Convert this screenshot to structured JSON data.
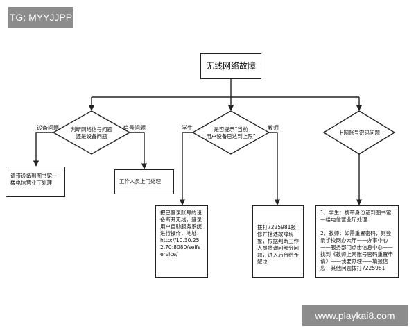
{
  "watermarks": {
    "top_left": "TG: MYYJJPP",
    "bottom_right": "www.playkai8.com"
  },
  "diagram": {
    "root": "无线网络故障",
    "decision_device": {
      "line1": "判断网络信号问题",
      "line2": "还是设备问题"
    },
    "decision_student": {
      "line1": "是否提示“当前",
      "line2": "用户设备已达到上限”"
    },
    "decision_account": "上网账号密码问题",
    "edge_labels": {
      "device_issue": "设备问题",
      "signal_issue": "信号问题",
      "student": "学生",
      "teacher": "教师"
    },
    "boxes": {
      "device_fix": "请带设备到图书馆一楼电信营业厅处理",
      "signal_fix": "工作人员上门处理",
      "student_fix": "把已登录账号的设备断开无线，登录用户自助服务系统进行操作，地址：http://10.30.252.70:8080/selfservice/",
      "teacher_fix": "拨打7225981报修并描述故障现象，根据判断工作人员将询问部分问题，进入后台给予解决",
      "account_fix": "1、学生：携带身份证到图书馆一楼电信营业厅处理\n\n2、教师：如需重置密码，则登录学校网办大厅——办事中心——服务部门点击信息中心——找到《教师上网账号密码重置申请》——我要办理——填报信息；其他问题拨打7225981"
    }
  }
}
